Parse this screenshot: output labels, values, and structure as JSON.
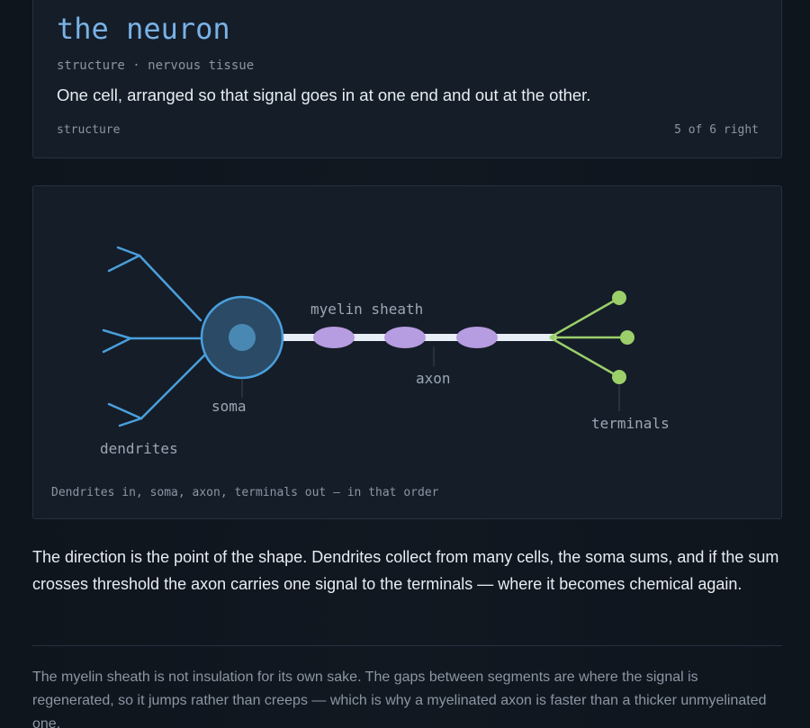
{
  "header": {
    "title": "the neuron",
    "subtitle": "structure · nervous tissue",
    "lede": "One cell, arranged so that signal goes in at one end and out at the other.",
    "topic": "structure",
    "score": "5 of 6 right"
  },
  "figure": {
    "labels": {
      "myelin": "myelin sheath",
      "axon": "axon",
      "soma": "soma",
      "dendrites": "dendrites",
      "terminals": "terminals"
    },
    "caption": "Dendrites in, soma, axon, terminals out — in that order",
    "colors": {
      "dendrites": "#4a9fdc",
      "soma_fill": "#2a4a66",
      "nucleus": "#4a88b4",
      "axon": "#e8eef5",
      "myelin": "#b69ce0",
      "terminals": "#9bcf6a"
    }
  },
  "body": {
    "paragraph": "The direction is the point of the shape. Dendrites collect from many cells, the soma sums, and if the sum crosses threshold the axon carries one signal to the terminals — where it becomes chemical again.",
    "note": "The myelin sheath is not insulation for its own sake. The gaps between segments are where the signal is regenerated, so it jumps rather than creeps — which is why a myelinated axon is faster than a thicker unmyelinated one."
  }
}
